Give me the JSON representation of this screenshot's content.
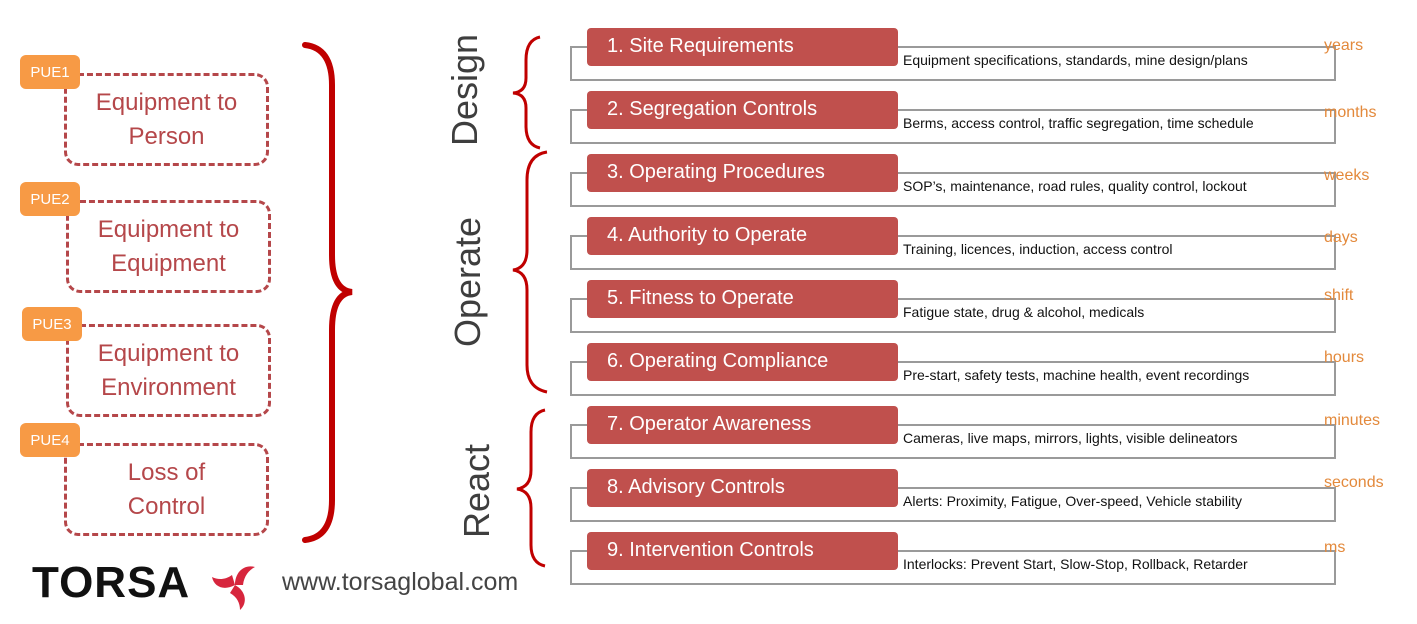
{
  "pues": [
    {
      "tag": "PUE1",
      "label_line1": "Equipment to",
      "label_line2": "Person"
    },
    {
      "tag": "PUE2",
      "label_line1": "Equipment to",
      "label_line2": "Equipment"
    },
    {
      "tag": "PUE3",
      "label_line1": "Equipment to",
      "label_line2": "Environment"
    },
    {
      "tag": "PUE4",
      "label_line1": "Loss of",
      "label_line2": "Control"
    }
  ],
  "phases": {
    "design": "Design",
    "operate": "Operate",
    "react": "React"
  },
  "rows": [
    {
      "title": "1. Site Requirements",
      "desc": "Equipment specifications, standards, mine design/plans",
      "time": "years"
    },
    {
      "title": "2. Segregation Controls",
      "desc": "Berms, access control, traffic segregation, time schedule",
      "time": "months"
    },
    {
      "title": "3. Operating Procedures",
      "desc": "SOP’s, maintenance, road rules, quality control, lockout",
      "time": "weeks"
    },
    {
      "title": "4. Authority to Operate",
      "desc": "Training, licences, induction, access control",
      "time": "days"
    },
    {
      "title": "5. Fitness to Operate",
      "desc": "Fatigue state, drug & alcohol, medicals",
      "time": "shift"
    },
    {
      "title": "6. Operating Compliance",
      "desc": "Pre-start, safety tests, machine health, event recordings",
      "time": "hours"
    },
    {
      "title": "7. Operator Awareness",
      "desc": "Cameras, live maps, mirrors, lights, visible delineators",
      "time": "minutes"
    },
    {
      "title": "8. Advisory Controls",
      "desc": "Alerts: Proximity, Fatigue, Over-speed, Vehicle stability",
      "time": "seconds"
    },
    {
      "title": "9. Intervention Controls",
      "desc": "Interlocks: Prevent Start, Slow-Stop, Rollback, Retarder",
      "time": "ms"
    }
  ],
  "footer": {
    "logo_text": "TORSA",
    "url": "www.torsaglobal.com"
  },
  "colors": {
    "bar": "#c0504d",
    "brace": "#c00000",
    "tag": "#f79a45",
    "time": "#e3893b",
    "dashed": "#b5474a"
  }
}
